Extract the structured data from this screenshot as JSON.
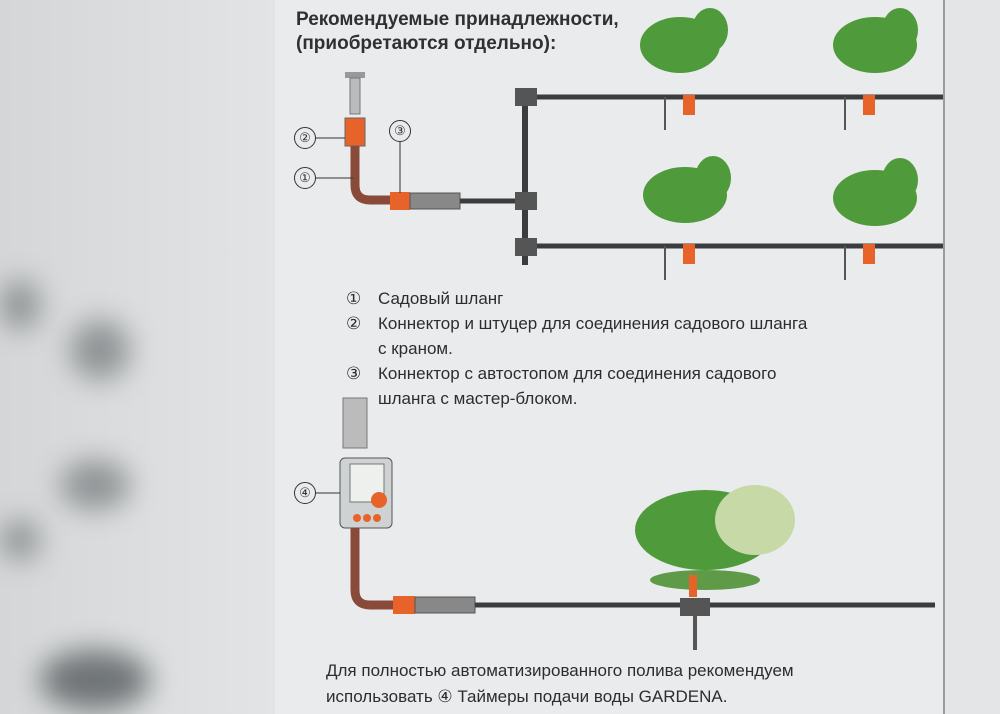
{
  "title": {
    "line1": "Рекомендуемые принадлежности,",
    "line2": "(приобретаются отдельно):"
  },
  "callouts": [
    "①",
    "②",
    "③",
    "④"
  ],
  "legend": [
    {
      "num": "①",
      "text": "Садовый шланг"
    },
    {
      "num": "②",
      "text": "Коннектор и штуцер для соединения садового шланга"
    },
    {
      "num": "",
      "text": "с краном."
    },
    {
      "num": "③",
      "text": "Коннектор с автостопом для соединения садового"
    },
    {
      "num": "",
      "text": "шланга с мастер-блоком."
    }
  ],
  "footer": {
    "line1": "Для полностью автоматизированного полива рекомендуем",
    "line2_pre": "использовать ",
    "line2_num": "④",
    "line2_post": " Таймеры подачи воды GARDENA."
  },
  "colors": {
    "accent": "#e8632a",
    "pipe": "#3a3d3f",
    "leaf": "#4f9a3a"
  }
}
